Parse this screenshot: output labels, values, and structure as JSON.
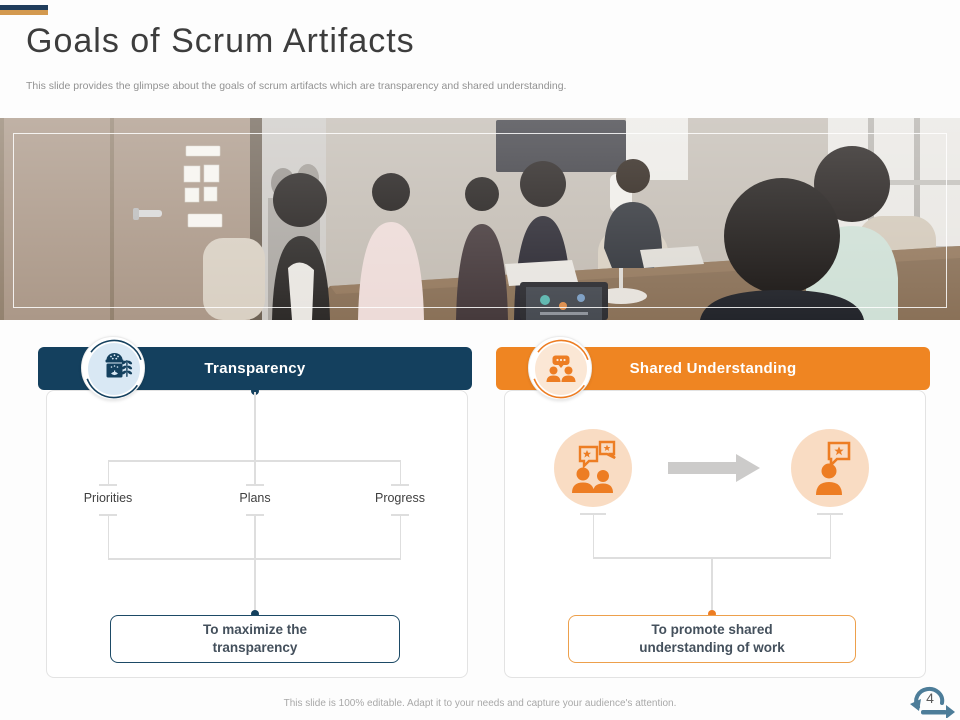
{
  "slide": {
    "title": "Goals of Scrum Artifacts",
    "subtitle": "This slide provides the glimpse about the goals of scrum artifacts which are transparency and shared understanding.",
    "footer": "This slide is 100% editable. Adapt it to your needs and capture your audience's attention.",
    "page_number": "4"
  },
  "photo": {
    "description": "Team of colleagues in a meeting around a conference table in an office"
  },
  "colors": {
    "navy": "#14405e",
    "orange": "#ef8522",
    "accent_bar_navy": "#203d5c",
    "accent_bar_gold": "#d3994f",
    "badge_blue_bg": "#d9e8f4",
    "badge_orange_bg": "#fbe7d5",
    "circle_orange_bg": "#f9dcc3",
    "connector_gray": "#dedede",
    "arrow_gray": "#cccbca",
    "sprint_icon_blue": "#4d7d99"
  },
  "left_panel": {
    "header": "Transparency",
    "badge_icon": "grain-jar-icon",
    "items": [
      "Priorities",
      "Plans",
      "Progress"
    ],
    "goal": "To maximize the\ntransparency"
  },
  "right_panel": {
    "header": "Shared Understanding",
    "badge_icon": "people-chat-icon",
    "group_icon": "group-discussion-icon",
    "person_icon": "person-speech-icon",
    "arrow_icon": "right-arrow-icon",
    "goal": "To promote shared\nunderstanding of work"
  }
}
